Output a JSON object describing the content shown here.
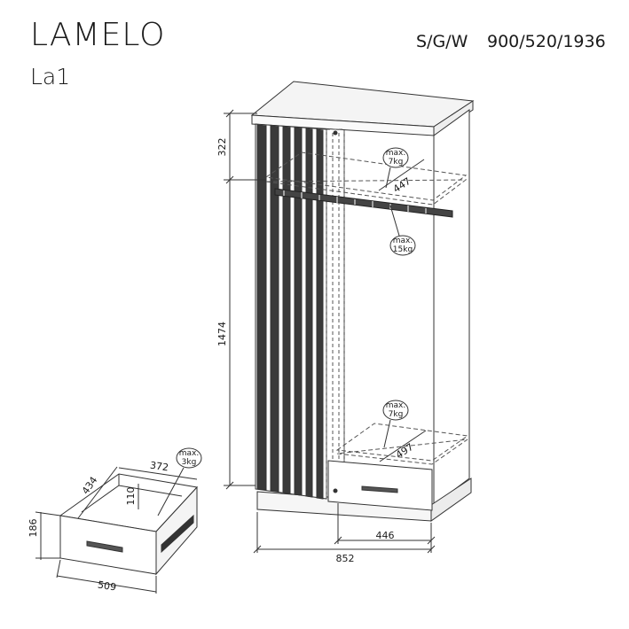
{
  "header": {
    "title": "LAMELO",
    "subtitle": "La1",
    "dims_label": "S/G/W",
    "dims_value": "900/520/1936"
  },
  "wardrobe": {
    "dim_top": "322",
    "dim_height": "1474",
    "dim_drawer_width": "446",
    "dim_inner_width": "852",
    "shelf_top_depth": "447",
    "shelf_bottom_depth": "497",
    "load_top_max": "max.",
    "load_top_kg": "7kg",
    "load_rail_max": "max.",
    "load_rail_kg": "15kg",
    "load_bottom_max": "max.",
    "load_bottom_kg": "7kg"
  },
  "drawer": {
    "dim_depth": "434",
    "dim_inner_width": "372",
    "dim_inner_height": "110",
    "dim_front_height": "186",
    "dim_front_width": "509",
    "load_max": "max.",
    "load_kg": "3kg"
  }
}
